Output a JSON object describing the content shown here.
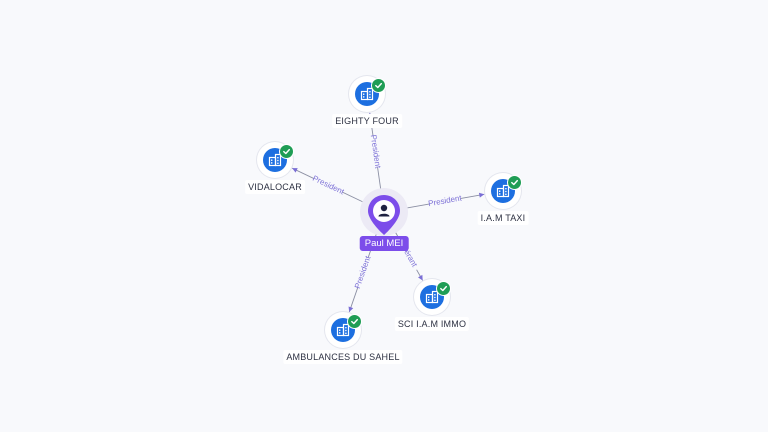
{
  "center": {
    "name": "Paul MEI",
    "icon": "person-icon"
  },
  "companies": [
    {
      "name": "EIGHTY FOUR",
      "relation": "President",
      "icon": "building-icon",
      "status": "active-check"
    },
    {
      "name": "VIDALOCAR",
      "relation": "President",
      "icon": "building-icon",
      "status": "active-check"
    },
    {
      "name": "I.A.M TAXI",
      "relation": "President",
      "icon": "building-icon",
      "status": "active-check"
    },
    {
      "name": "SCI I.A.M IMMO",
      "relation": "Gérant",
      "icon": "building-icon",
      "status": "active-check"
    },
    {
      "name": "AMBULANCES DU SAHEL",
      "relation": "President",
      "icon": "building-icon",
      "status": "active-check"
    }
  ],
  "colors": {
    "company": "#1d6fe0",
    "check": "#1f9d55",
    "person": "#7c4dea",
    "edge_label": "#7b6fd6"
  }
}
